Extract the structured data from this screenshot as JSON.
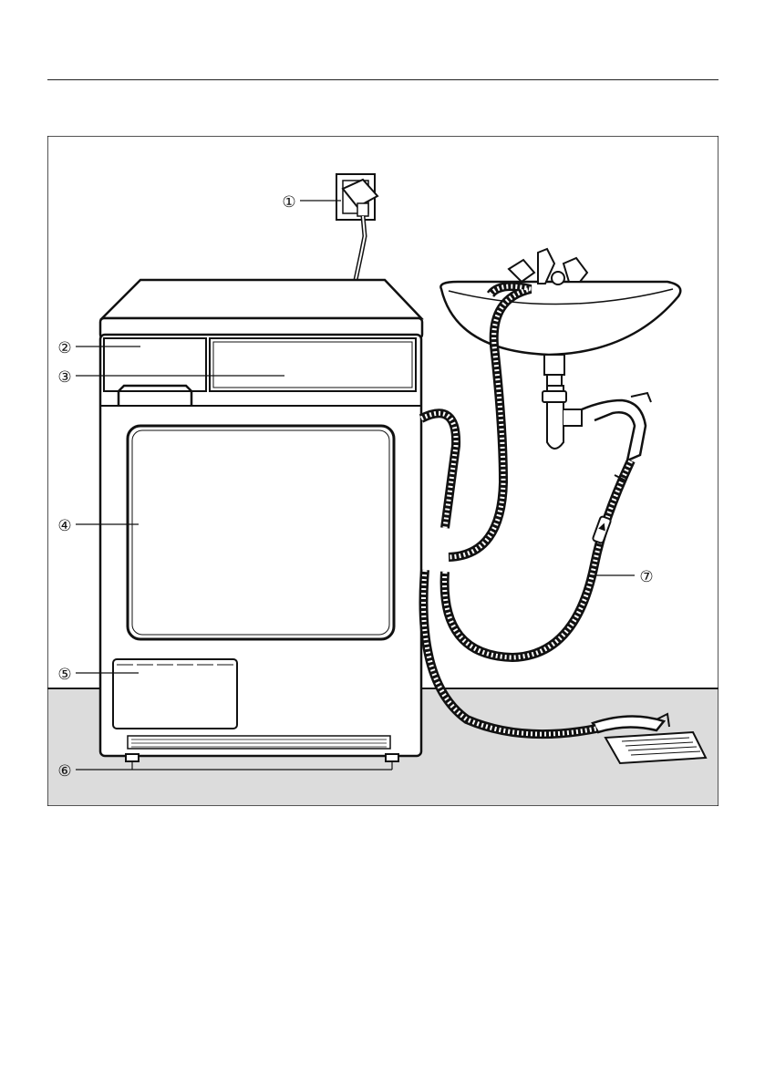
{
  "callouts": [
    {
      "id": "1",
      "glyph": "①"
    },
    {
      "id": "2",
      "glyph": "②"
    },
    {
      "id": "3",
      "glyph": "③"
    },
    {
      "id": "4",
      "glyph": "④"
    },
    {
      "id": "5",
      "glyph": "⑤"
    },
    {
      "id": "6",
      "glyph": "⑥"
    },
    {
      "id": "7",
      "glyph": "⑦"
    }
  ],
  "colors": {
    "floor": "#dcdcdc",
    "line": "#1a1a1a",
    "background": "#ffffff"
  }
}
